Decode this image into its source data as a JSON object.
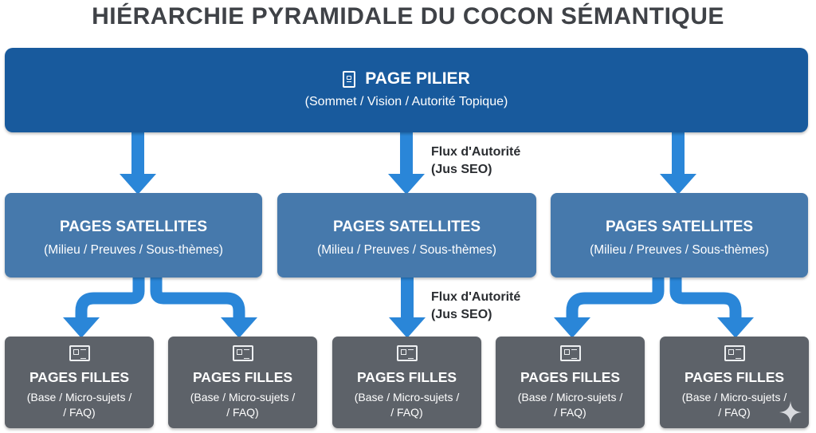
{
  "title": "HIÉRARCHIE PYRAMIDALE DU COCON SÉMANTIQUE",
  "pilier": {
    "title": "PAGE PILIER",
    "subtitle": "(Sommet / Vision / Autorité Topique)",
    "icon": "document-icon"
  },
  "flux_labels": [
    {
      "line1": "Flux d'Autorité",
      "line2": "(Jus SEO)"
    },
    {
      "line1": "Flux d'Autorité",
      "line2": "(Jus SEO)"
    }
  ],
  "satellites": [
    {
      "title": "PAGES SATELLITES",
      "subtitle": "(Milieu / Preuves / Sous-thèmes)"
    },
    {
      "title": "PAGES SATELLITES",
      "subtitle": "(Milieu / Preuves / Sous-thèmes)"
    },
    {
      "title": "PAGES SATELLITES",
      "subtitle": "(Milieu / Preuves / Sous-thèmes)"
    }
  ],
  "filles": [
    {
      "title": "PAGES FILLES",
      "line1": "(Base / Micro-sujets /",
      "line2": "/ FAQ)",
      "icon": "newspaper-icon"
    },
    {
      "title": "PAGES FILLES",
      "line1": "(Base / Micro-sujets /",
      "line2": "/ FAQ)",
      "icon": "newspaper-icon"
    },
    {
      "title": "PAGES FILLES",
      "line1": "(Base / Micro-sujets /",
      "line2": "/ FAQ)",
      "icon": "newspaper-icon"
    },
    {
      "title": "PAGES FILLES",
      "line1": "(Base / Micro-sujets /",
      "line2": "/ FAQ)",
      "icon": "newspaper-icon"
    },
    {
      "title": "PAGES FILLES",
      "line1": "(Base / Micro-sujets /",
      "line2": "/ FAQ)",
      "icon": "newspaper-icon"
    }
  ],
  "colors": {
    "pilier": "#185a9d",
    "satellite": "#4679ac",
    "fille": "#5d6269",
    "arrow": "#2a86d8",
    "title": "#3f4247"
  }
}
